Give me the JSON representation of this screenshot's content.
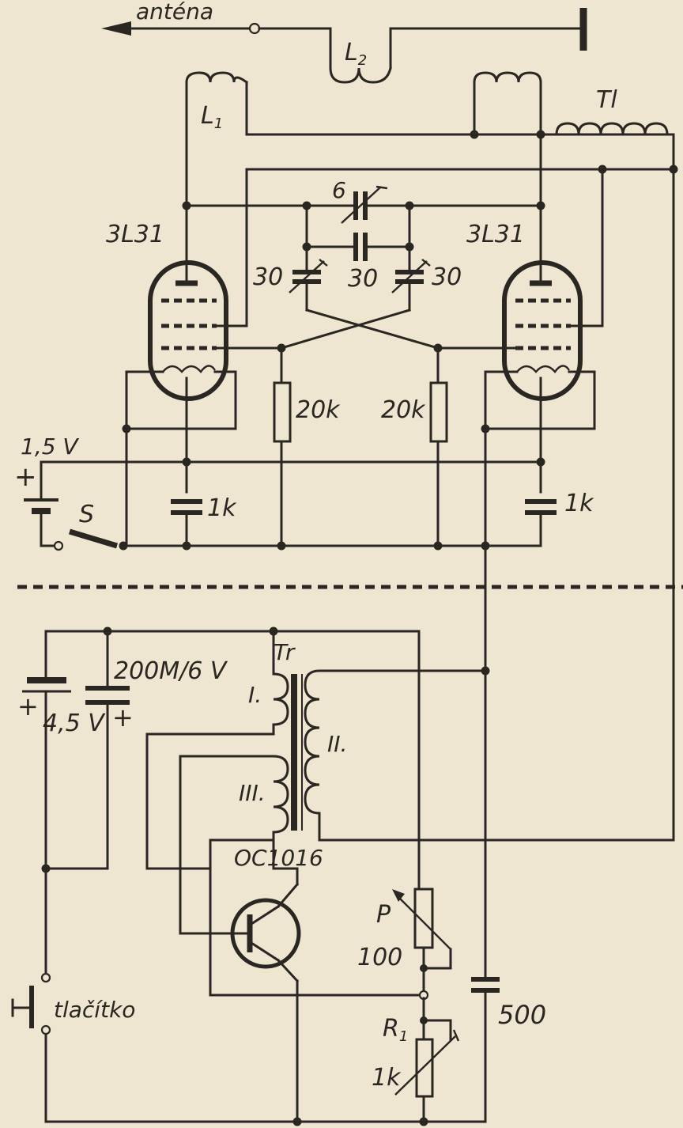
{
  "labels": {
    "antenna": "anténa",
    "l2": "L",
    "l2_sub": "2",
    "l1": "L",
    "l1_sub": "1",
    "tl": "Tl",
    "cap_6": "6",
    "cap_30_left": "30",
    "cap_30_mid": "30",
    "cap_30_right": "30",
    "tube_left": "3L31",
    "tube_right": "3L31",
    "res_20k_left": "20k",
    "res_20k_right": "20k",
    "supply_voltage": "1,5 V",
    "supply_plus": "+",
    "switch": "S",
    "cap_1k_left": "1k",
    "cap_1k_right": "1k",
    "cap_200m": "200M/6 V",
    "battery_45": "4,5 V",
    "battery_45_plus": "+",
    "cap_200m_plus": "+",
    "transformer": "Tr",
    "winding_1": "I.",
    "winding_2": "II.",
    "winding_3": "III.",
    "transistor": "OC1016",
    "pot_p": "P",
    "pot_p_value": "100",
    "cap_500": "500",
    "res_r1": "R",
    "res_r1_sub": "1",
    "res_r1_value": "1k",
    "button": "tlačítko"
  },
  "colors": {
    "paper": "#efe6d2",
    "ink": "#2a2722"
  }
}
